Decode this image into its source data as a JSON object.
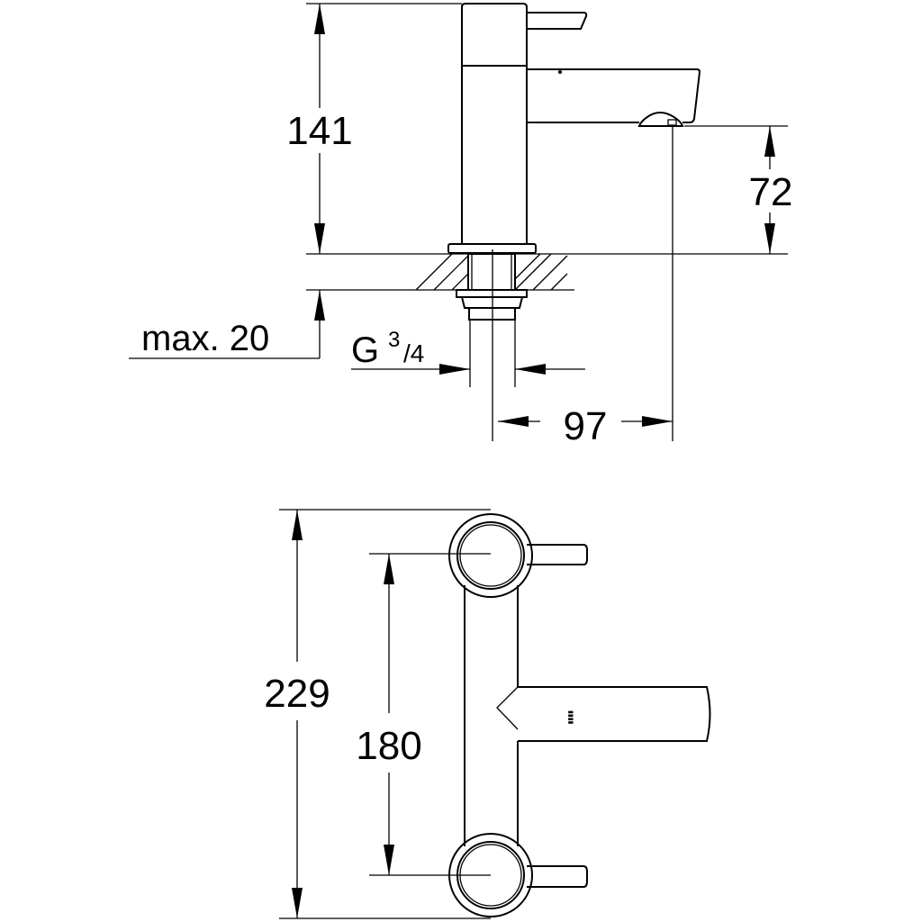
{
  "side_view": {
    "height_total": "141",
    "spout_height": "72",
    "max_thickness_label": "max. 20",
    "thread_label_g": "G",
    "thread_num": "3",
    "thread_den": "/4",
    "projection": "97"
  },
  "top_view": {
    "overall_length": "229",
    "center_distance": "180"
  }
}
